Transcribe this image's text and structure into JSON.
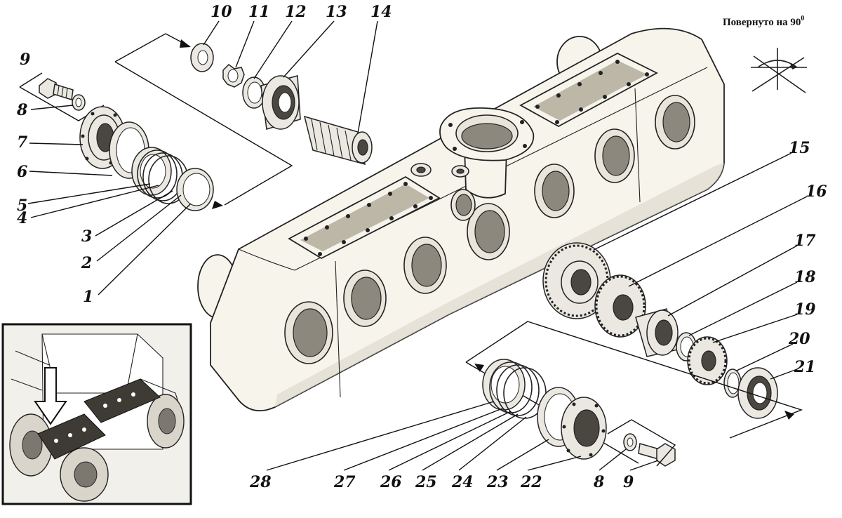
{
  "note": {
    "text": "Повернуто на 90",
    "sup": "0"
  },
  "callouts": [
    "1",
    "2",
    "3",
    "4",
    "5",
    "6",
    "7",
    "8",
    "9",
    "10",
    "11",
    "12",
    "13",
    "14",
    "15",
    "16",
    "17",
    "18",
    "19",
    "20",
    "21",
    "22",
    "23",
    "24",
    "25",
    "26",
    "27",
    "28",
    "8",
    "9"
  ],
  "colors": {
    "ink": "#222222",
    "paper": "#ffffff",
    "housing": "#f7f4ec",
    "inset_frame": "#111111"
  },
  "icons": {
    "rotation": "rotation-90-icon",
    "locator_arrow": "down-arrow-icon"
  }
}
